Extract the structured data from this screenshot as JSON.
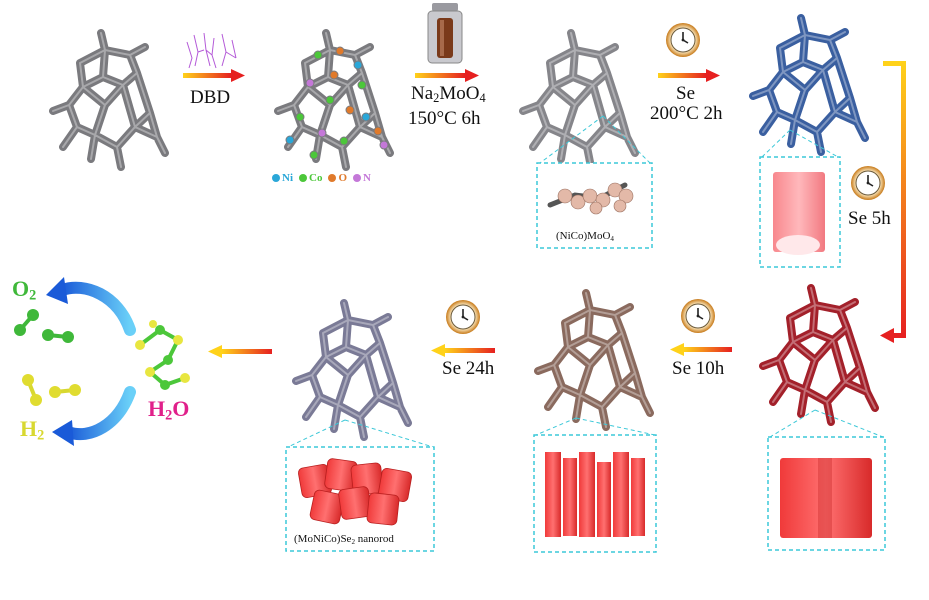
{
  "steps": {
    "dbd": "DBD",
    "mo_reagent": "Na",
    "mo_reagent_sub1": "2",
    "mo_reagent_mid": "MoO",
    "mo_reagent_sub2": "4",
    "mo_condition": "150°C 6h",
    "se1_reagent": "Se",
    "se1_condition": "200°C 2h",
    "se5": "Se 5h",
    "se10": "Se 10h",
    "se24": "Se 24h"
  },
  "legend": {
    "ni": "Ni",
    "co": "Co",
    "o": "O",
    "n": "N",
    "ni_color": "#2aa7d8",
    "co_color": "#4cc73a",
    "o_color": "#e07a2b",
    "n_color": "#c478d8"
  },
  "insets": {
    "nicomoo4_main": "(NiCo)MoO",
    "nicomoo4_sub": "4",
    "nanorod_main": "(MoNiCo)Se",
    "nanorod_sub": "2",
    "nanorod_tail": " nanorod"
  },
  "products": {
    "o2_main": "O",
    "o2_sub": "2",
    "h2_main": "H",
    "h2_sub": "2",
    "h2o_main": "H",
    "h2o_sub": "2",
    "h2o_tail": "O",
    "o2_color": "#3fb83a",
    "h2_color": "#d8d830",
    "h2o_color": "#e0208a"
  },
  "colors": {
    "gray_frame": "#7a7a7e",
    "blue_frame": "#3a5fa0",
    "darkred_frame": "#a3202a",
    "brown_frame": "#8a6a5e",
    "lavender_frame": "#7a7a96",
    "inset_border": "#3cc8d8",
    "red_block": "#f24848",
    "arrow_yellow": "#ffd21a",
    "arrow_red": "#e62020"
  }
}
